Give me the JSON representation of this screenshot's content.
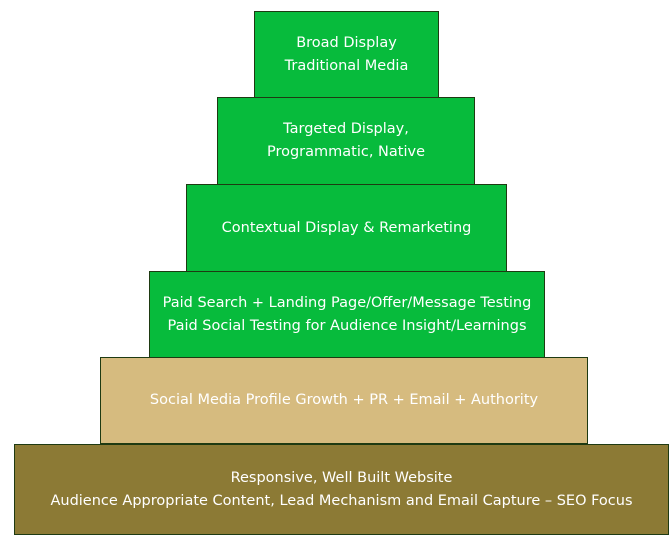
{
  "pyramid": {
    "tiers": [
      {
        "lines": [
          "Broad Display",
          "Traditional Media"
        ],
        "color": "#07bb3c"
      },
      {
        "lines": [
          "Targeted Display,",
          "Programmatic, Native"
        ],
        "color": "#07bb3c"
      },
      {
        "lines": [
          "Contextual Display & Remarketing"
        ],
        "color": "#07bb3c"
      },
      {
        "lines": [
          "Paid Search + Landing Page/Offer/Message Testing",
          "Paid Social Testing for Audience Insight/Learnings"
        ],
        "color": "#07bb3c"
      },
      {
        "lines": [
          "Social Media Profile Growth + PR + Email + Authority"
        ],
        "color": "#d6bb7f"
      },
      {
        "lines": [
          "Responsive, Well Built Website",
          "Audience Appropriate Content, Lead Mechanism and Email Capture – SEO Focus"
        ],
        "color": "#8c7a35"
      }
    ]
  }
}
